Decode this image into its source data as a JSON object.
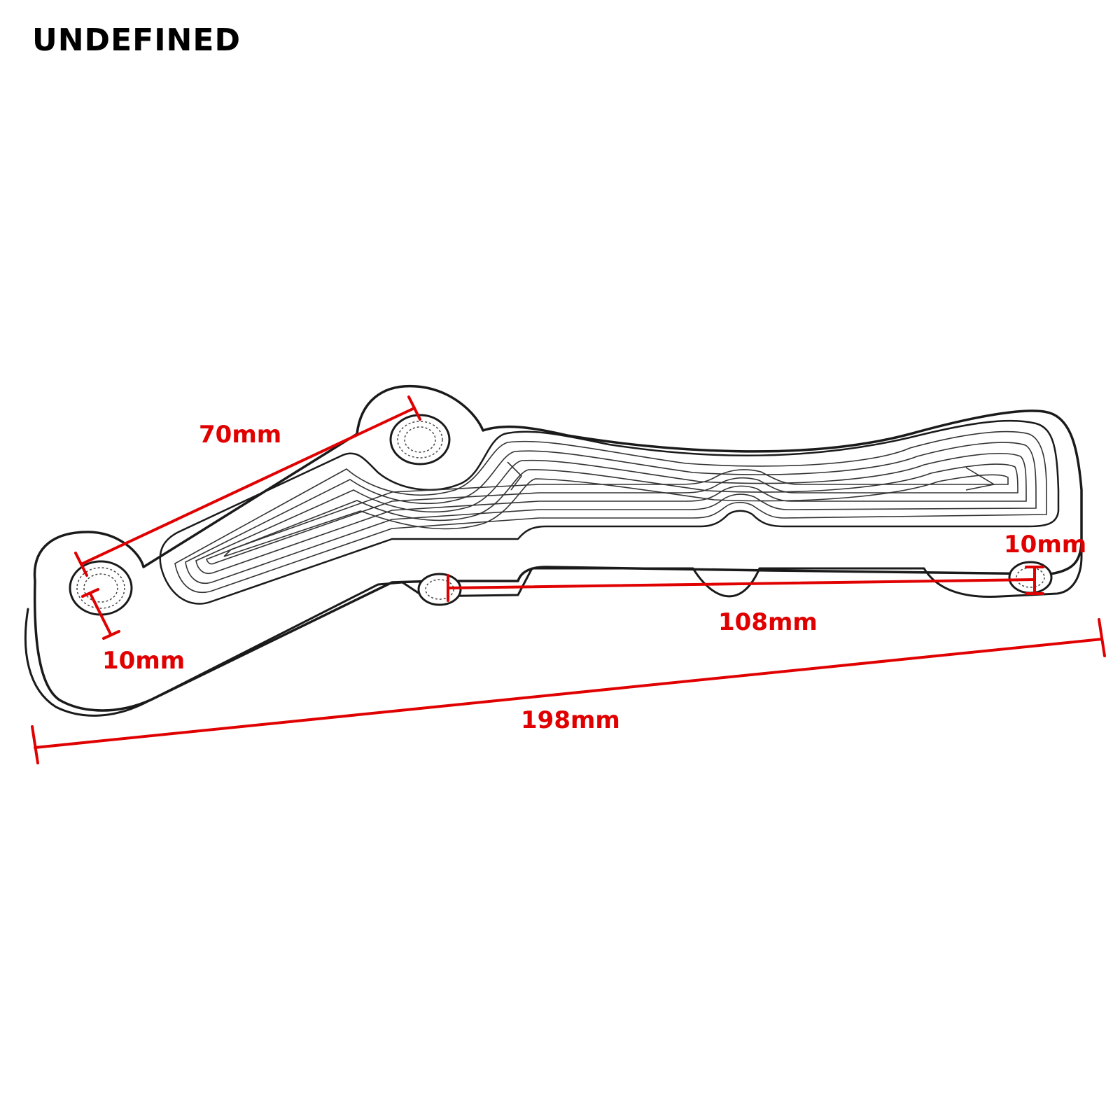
{
  "brand": {
    "text": "UNDEFINED"
  },
  "colors": {
    "dimension": "#e00000",
    "outline": "#1a1a1a",
    "background": "#ffffff"
  },
  "dimensions": {
    "mount_spacing": "70mm",
    "left_hole": "10mm",
    "right_hole": "10mm",
    "caliper_spacing": "108mm",
    "overall_length": "198mm"
  }
}
